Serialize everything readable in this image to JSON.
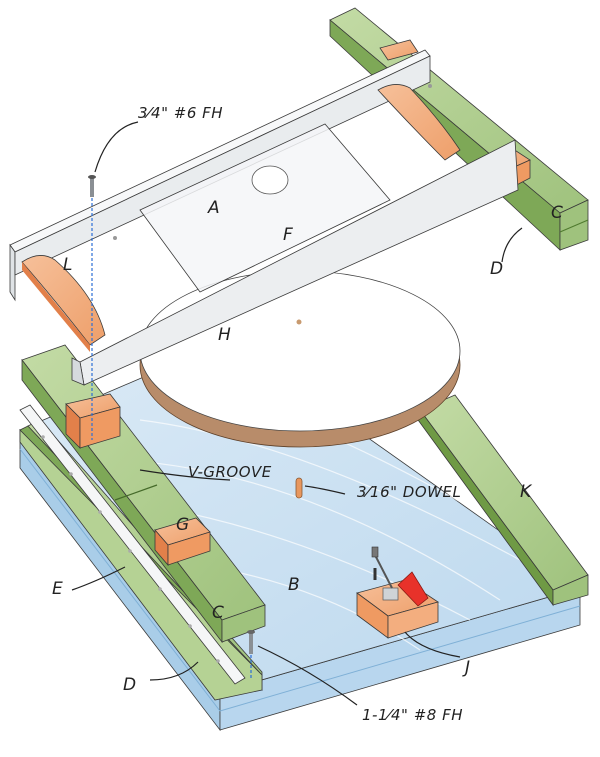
{
  "figure": {
    "type": "exploded-assembly-illustration",
    "parts": [
      {
        "id": "A",
        "label": "A",
        "description": "clear acrylic base plate with center hole"
      },
      {
        "id": "B",
        "label": "B",
        "description": "blue base panel"
      },
      {
        "id": "C",
        "label": "C",
        "description": "green rail (left and upper-right)"
      },
      {
        "id": "D",
        "label": "D",
        "description": "green lower rail strip"
      },
      {
        "id": "E",
        "label": "E",
        "description": "aluminum strip with holes"
      },
      {
        "id": "F",
        "label": "F",
        "description": "aluminum angle frame rail"
      },
      {
        "id": "G",
        "label": "G",
        "description": "orange block on rail C"
      },
      {
        "id": "H",
        "label": "H",
        "description": "circular turntable disc"
      },
      {
        "id": "J",
        "label": "J",
        "description": "toggle clamp mounting block"
      },
      {
        "id": "K",
        "label": "K",
        "description": "green right rail"
      },
      {
        "id": "L",
        "label": "L",
        "description": "curved orange runner"
      }
    ],
    "callouts": {
      "screw_top": "3/4\" #6 FH",
      "screw_top_display": "3⁄4\" #6 FH",
      "v_groove": "V-GROOVE",
      "dowel": "3⁄16\" DOWEL",
      "screw_bottom": "1-1⁄4\" #8 FH"
    },
    "colors": {
      "wood_green": "#a9c98a",
      "wood_green_dark": "#6f9a45",
      "wood_orange": "#f0a877",
      "wood_orange_dark": "#e2804a",
      "base_blue": "#cfe4f3",
      "base_blue_edge": "#a9cde8",
      "aluminum": "#eceef0",
      "disc_top": "#ffffff",
      "disc_edge": "#b88c6a",
      "clamp_red": "#e8322a",
      "screw_line": "#2c6fd6"
    }
  }
}
